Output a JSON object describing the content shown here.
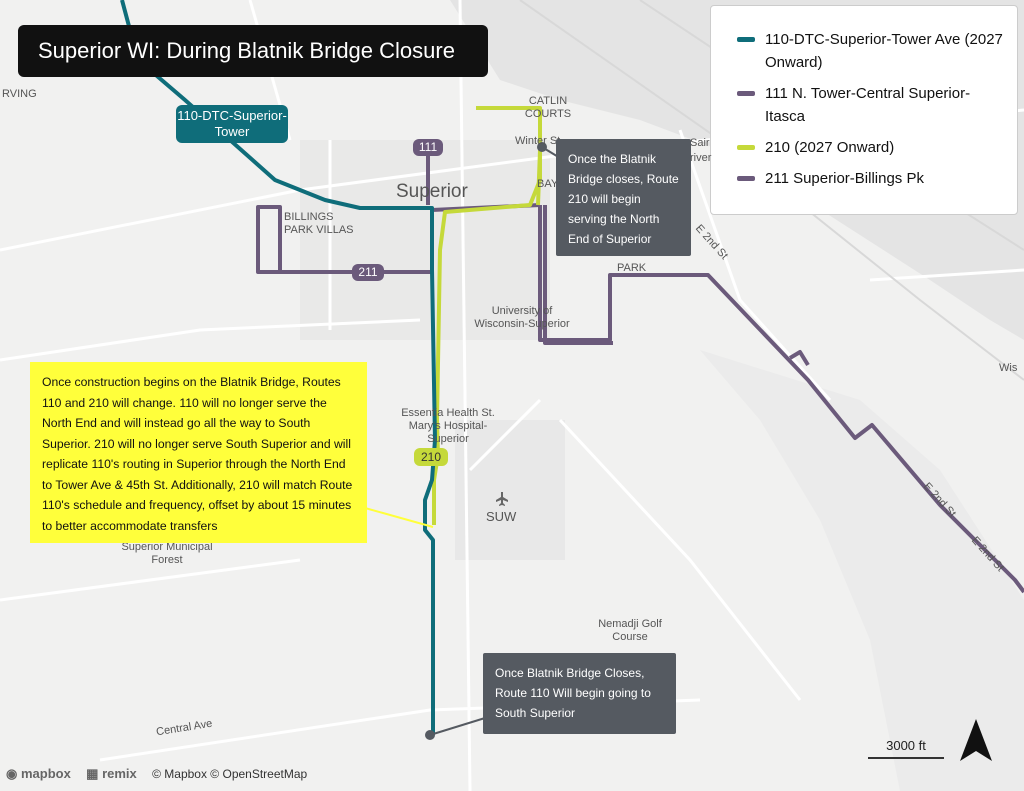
{
  "title": "Superior WI: During Blatnik Bridge Closure",
  "legend": [
    {
      "label": "110-DTC-Superior-Tower Ave (2027 Onward)",
      "color": "#0f6d7a"
    },
    {
      "label": "111 N. Tower-Central Superior-Itasca",
      "color": "#6b5a7b"
    },
    {
      "label": "210 (2027 Onward)",
      "color": "#c5d93a"
    },
    {
      "label": "211 Superior-Billings Pk",
      "color": "#6b5a7b"
    }
  ],
  "callouts": {
    "route210": "Once the Blatnik Bridge closes, Route 210 will begin serving the North End of Superior",
    "route110": "Once Blatnik Bridge Closes, Route 110 Will begin going to South Superior",
    "construction": "Once construction begins on the Blatnik Bridge, Routes 110 and 210 will change. 110 will no longer serve the North End and will instead go all the way to South Superior. 210 will no longer serve South Superior and will replicate 110's routing in Superior through the North End to Tower Ave & 45th St. Additionally, 210 will match Route 110's schedule and frequency, offset by about 15 minutes to better accommodate transfers"
  },
  "route_badges": {
    "r110": "110-DTC-Superior-Tower",
    "r111": "111",
    "r211": "211",
    "r210": "210"
  },
  "place_labels": {
    "city": "Superior",
    "irving": "RVING",
    "catlin": "CATLIN COURTS",
    "winter": "Winter St",
    "bay": "BAY",
    "billings": "BILLINGS PARK VILLAS",
    "central_park": "PARK",
    "uws": "University of Wisconsin-Superior",
    "essentia": "Essentia Health St. Mary's Hospital-Superior",
    "suw": "SUW",
    "forest": "Superior Municipal Forest",
    "nemadji": "Nemadji Golf Course",
    "central_ave": "Central Ave",
    "e2nd_a": "E 2nd St",
    "e2nd_b": "E 2nd St",
    "e2nd_c": "E 2nd St",
    "saint": "Sair",
    "river": "river",
    "wis": "Wis"
  },
  "attribution": {
    "mapbox": "mapbox",
    "remix": "remix",
    "text": "© Mapbox © OpenStreetMap"
  },
  "scale": "3000 ft",
  "icons": {
    "airport": "airplane-icon",
    "north": "north-arrow-icon"
  }
}
